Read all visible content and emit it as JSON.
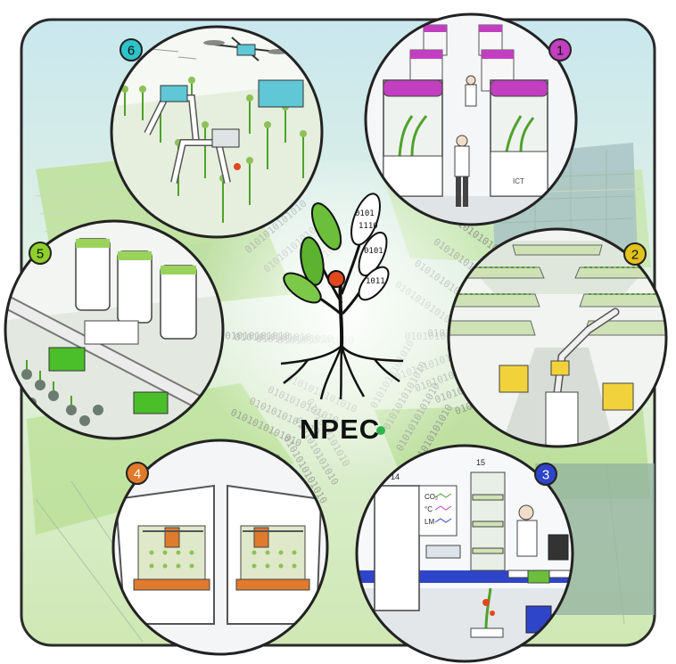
{
  "logo": {
    "text": "NPEC",
    "accent_color": "#2db34a"
  },
  "badges": [
    {
      "number": "1",
      "color": "#c23fc0"
    },
    {
      "number": "2",
      "color": "#e2c21c"
    },
    {
      "number": "3",
      "color": "#2f45c9"
    },
    {
      "number": "4",
      "color": "#e07a2c"
    },
    {
      "number": "5",
      "color": "#8fcf2c"
    },
    {
      "number": "6",
      "color": "#2ec3c9"
    }
  ],
  "labels": {
    "ict": "ICT",
    "co2": "CO₂",
    "temp": "°C",
    "lm": "LM",
    "room_a": "14",
    "room_b": "15"
  },
  "binary": "0101010101010"
}
